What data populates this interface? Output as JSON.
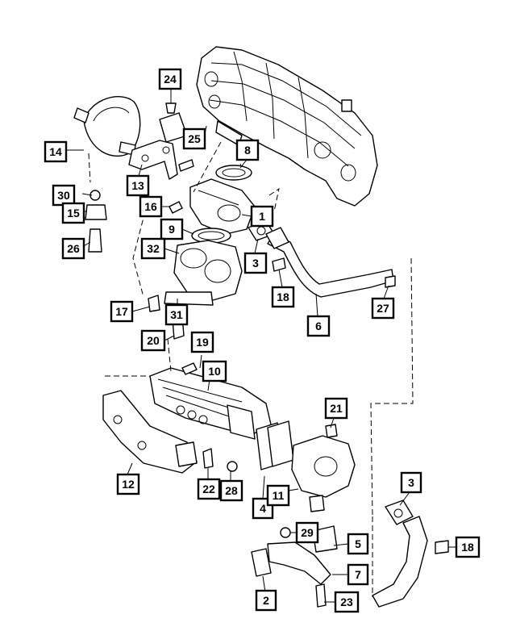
{
  "diagram": {
    "callouts": [
      {
        "id": "c24",
        "label": "24"
      },
      {
        "id": "c25",
        "label": "25"
      },
      {
        "id": "c14",
        "label": "14"
      },
      {
        "id": "c13",
        "label": "13"
      },
      {
        "id": "c8",
        "label": "8"
      },
      {
        "id": "c30",
        "label": "30"
      },
      {
        "id": "c15",
        "label": "15"
      },
      {
        "id": "c16",
        "label": "16"
      },
      {
        "id": "c1",
        "label": "1"
      },
      {
        "id": "c9",
        "label": "9"
      },
      {
        "id": "c26",
        "label": "26"
      },
      {
        "id": "c32",
        "label": "32"
      },
      {
        "id": "c3a",
        "label": "3"
      },
      {
        "id": "c18a",
        "label": "18"
      },
      {
        "id": "c17",
        "label": "17"
      },
      {
        "id": "c31",
        "label": "31"
      },
      {
        "id": "c27",
        "label": "27"
      },
      {
        "id": "c6",
        "label": "6"
      },
      {
        "id": "c20",
        "label": "20"
      },
      {
        "id": "c19",
        "label": "19"
      },
      {
        "id": "c10",
        "label": "10"
      },
      {
        "id": "c21",
        "label": "21"
      },
      {
        "id": "c12",
        "label": "12"
      },
      {
        "id": "c22",
        "label": "22"
      },
      {
        "id": "c28",
        "label": "28"
      },
      {
        "id": "c4",
        "label": "4"
      },
      {
        "id": "c11",
        "label": "11"
      },
      {
        "id": "c3b",
        "label": "3"
      },
      {
        "id": "c29",
        "label": "29"
      },
      {
        "id": "c5",
        "label": "5"
      },
      {
        "id": "c18b",
        "label": "18"
      },
      {
        "id": "c7",
        "label": "7"
      },
      {
        "id": "c2",
        "label": "2"
      },
      {
        "id": "c23",
        "label": "23"
      }
    ]
  }
}
